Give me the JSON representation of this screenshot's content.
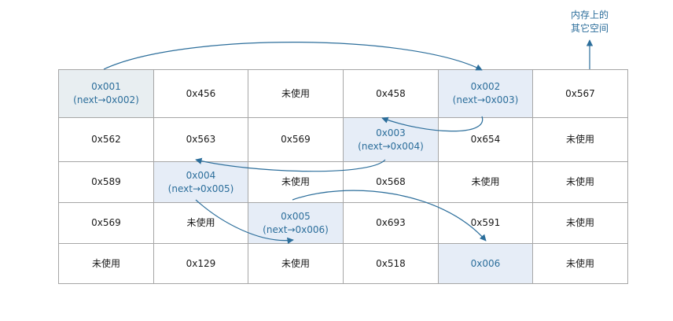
{
  "note": {
    "lines": [
      "内存上的",
      "其它空间"
    ]
  },
  "grid": {
    "rows": [
      [
        {
          "lines": [
            "0x001",
            "(next→0x002)"
          ],
          "hl": "a"
        },
        {
          "lines": [
            "0x456"
          ]
        },
        {
          "lines": [
            "未使用"
          ]
        },
        {
          "lines": [
            "0x458"
          ]
        },
        {
          "lines": [
            "0x002",
            "(next→0x003)"
          ],
          "hl": "b"
        },
        {
          "lines": [
            "0x567"
          ]
        }
      ],
      [
        {
          "lines": [
            "0x562"
          ]
        },
        {
          "lines": [
            "0x563"
          ]
        },
        {
          "lines": [
            "0x569"
          ]
        },
        {
          "lines": [
            "0x003",
            "(next→0x004)"
          ],
          "hl": "b"
        },
        {
          "lines": [
            "0x654"
          ]
        },
        {
          "lines": [
            "未使用"
          ]
        }
      ],
      [
        {
          "lines": [
            "0x589"
          ]
        },
        {
          "lines": [
            "0x004",
            "(next→0x005)"
          ],
          "hl": "b"
        },
        {
          "lines": [
            "未使用"
          ]
        },
        {
          "lines": [
            "0x568"
          ]
        },
        {
          "lines": [
            "未使用"
          ]
        },
        {
          "lines": [
            "未使用"
          ]
        }
      ],
      [
        {
          "lines": [
            "0x569"
          ]
        },
        {
          "lines": [
            "未使用"
          ]
        },
        {
          "lines": [
            "0x005",
            "(next→0x006)"
          ],
          "hl": "b"
        },
        {
          "lines": [
            "0x693"
          ]
        },
        {
          "lines": [
            "0x591"
          ]
        },
        {
          "lines": [
            "未使用"
          ]
        }
      ],
      [
        {
          "lines": [
            "未使用"
          ]
        },
        {
          "lines": [
            "0x129"
          ]
        },
        {
          "lines": [
            "未使用"
          ]
        },
        {
          "lines": [
            "0x518"
          ]
        },
        {
          "lines": [
            "0x006"
          ],
          "hl": "b"
        },
        {
          "lines": [
            "未使用"
          ]
        }
      ]
    ]
  },
  "colors": {
    "arrow": "#2c6e9b",
    "highlight_first": "#e8eef1",
    "highlight_node": "#e6edf7",
    "border": "#a6a6a6"
  }
}
